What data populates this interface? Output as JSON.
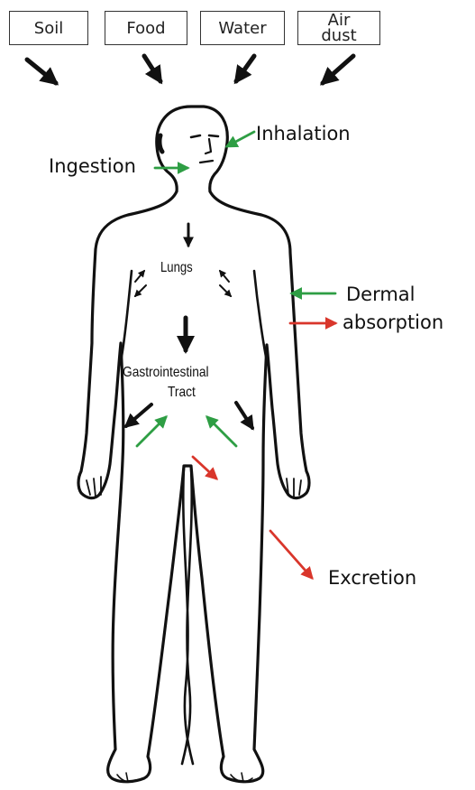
{
  "sources": [
    {
      "id": "soil",
      "label": "Soil"
    },
    {
      "id": "food",
      "label": "Food"
    },
    {
      "id": "water",
      "label": "Water"
    },
    {
      "id": "air",
      "label": "Air\ndust"
    }
  ],
  "labels": {
    "inhalation": "Inhalation",
    "ingestion": "Ingestion",
    "lungs": "Lungs",
    "gi_line1": "Gastrointestinal",
    "gi_line2": "Tract",
    "dermal": "Dermal",
    "absorption": "absorption",
    "excretion": "Excretion"
  },
  "colors": {
    "uptake": "#2e9e44",
    "release": "#d9362b",
    "transport": "#111111",
    "outline": "#111111"
  }
}
